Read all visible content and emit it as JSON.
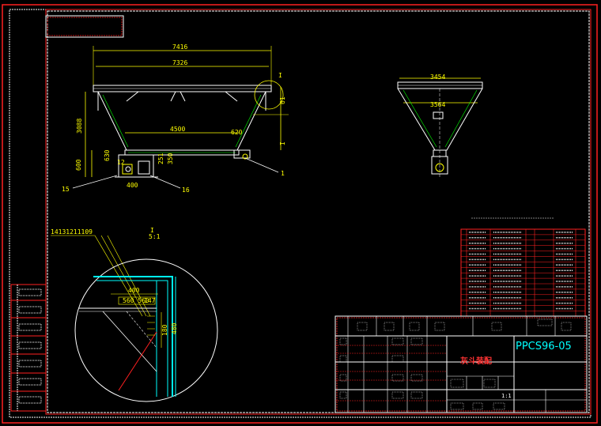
{
  "colors": {
    "background": "#000000",
    "frame": "#ff2020",
    "border_white": "#ffffff",
    "yellow": "#ffff00",
    "cyan": "#00ffff",
    "green": "#00ff00",
    "red": "#ff2020"
  },
  "front_view": {
    "dim_overall": "7416",
    "dim_top": "7326",
    "dim_middle": "4500",
    "dim_height": "3088",
    "dim_height_b": "600",
    "dim_small_b": "630",
    "dim_small_r": "620",
    "dim_bottom": "400",
    "dim_bottom_b": "12",
    "dim_right_a": "61",
    "dim_right_b": "I",
    "dim_inner": "251",
    "dim_inner_b": "350",
    "detail_label": "I",
    "callout_15": "15",
    "callout_16": "16",
    "callout_1": "1"
  },
  "side_view": {
    "dim_top": "3454",
    "dim_mid": "3564"
  },
  "detail_view": {
    "part_numbers": "14131211109",
    "title": "I",
    "scale": "5:1",
    "dim_top": "400",
    "dim_mid": "560 560",
    "dim_mid_b": "147",
    "dim_side": "480",
    "dim_side_b": "180"
  },
  "title_block": {
    "drawing_number": "PPCS96-05",
    "drawing_name": "灰斗装配",
    "scale": "1:1"
  }
}
